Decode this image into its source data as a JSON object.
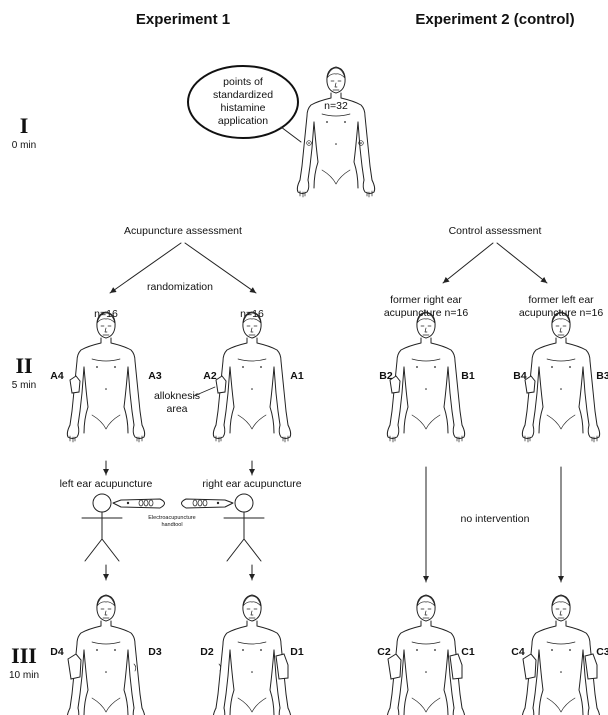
{
  "headers": {
    "experiment1": "Experiment 1",
    "experiment2": "Experiment 2 (control)"
  },
  "phases": [
    {
      "numeral": "I",
      "time": "0 min"
    },
    {
      "numeral": "II",
      "time": "5 min"
    },
    {
      "numeral": "III",
      "time": "10 min"
    }
  ],
  "phase1": {
    "callout_lines": [
      "points of",
      "standardized",
      "histamine",
      "application"
    ],
    "n_label": "n=32"
  },
  "exp1": {
    "assessment": "Acupuncture assessment",
    "randomization": "randomization",
    "n_left": "n=16",
    "n_right": "n=16",
    "alloknesis_lines": [
      "alloknesis",
      "area"
    ],
    "left_ear": "left ear acupuncture",
    "right_ear": "right ear acupuncture",
    "handtool_lines": [
      "Electroacupuncture",
      "handtool"
    ]
  },
  "exp2": {
    "assessment": "Control assessment",
    "group_a_lines": [
      "former right ear",
      "acupuncture n=16"
    ],
    "group_b_lines": [
      "former left ear",
      "acupuncture n=16"
    ],
    "no_intervention": "no intervention"
  },
  "codes": {
    "fig_a_left": "A4",
    "fig_a_right": "A3",
    "fig_b_left": "A2",
    "fig_b_right": "A1",
    "fig_c_left": "B2",
    "fig_c_right": "B1",
    "fig_d_left": "B4",
    "fig_d_right": "B3",
    "fig_e_left": "D4",
    "fig_e_right": "D3",
    "fig_f_left": "D2",
    "fig_f_right": "D1",
    "fig_g_left": "C2",
    "fig_g_right": "C1",
    "fig_h_left": "C4",
    "fig_h_right": "C3"
  }
}
